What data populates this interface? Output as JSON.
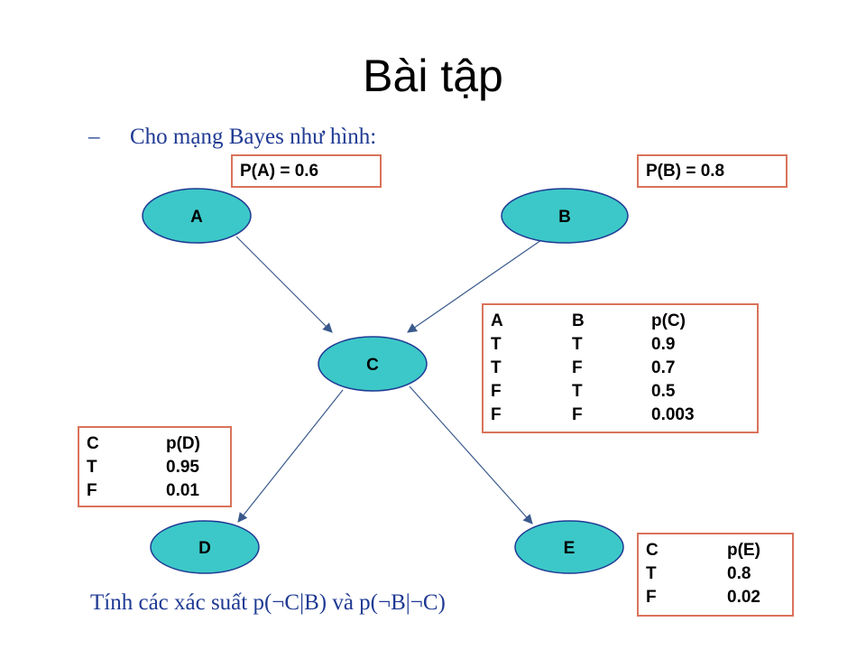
{
  "title": "Bài tập",
  "intro": {
    "bullet": "–",
    "text": "Cho mạng Bayes như hình:"
  },
  "priors": {
    "a": "P(A) = 0.6",
    "b": "P(B) = 0.8"
  },
  "nodes": {
    "a": "A",
    "b": "B",
    "c": "C",
    "d": "D",
    "e": "E"
  },
  "cpt_c": {
    "headers": [
      "A",
      "B",
      "p(C)"
    ],
    "rows": [
      [
        "T",
        "T",
        "0.9"
      ],
      [
        "T",
        "F",
        "0.7"
      ],
      [
        "F",
        "T",
        "0.5"
      ],
      [
        "F",
        "F",
        "0.003"
      ]
    ]
  },
  "cpt_d": {
    "headers": [
      "C",
      "p(D)"
    ],
    "rows": [
      [
        "T",
        "0.95"
      ],
      [
        "F",
        "0.01"
      ]
    ]
  },
  "cpt_e": {
    "headers": [
      "C",
      "p(E)"
    ],
    "rows": [
      [
        "T",
        "0.8"
      ],
      [
        "F",
        "0.02"
      ]
    ]
  },
  "question": "Tính các xác suất p(¬C|B) và p(¬B|¬C)",
  "colors": {
    "node_fill": "#3cc8c8",
    "node_stroke": "#1f3a93",
    "box_border": "#d9735a",
    "edge": "#3a5a8c",
    "text_blue": "#1f3a93"
  }
}
